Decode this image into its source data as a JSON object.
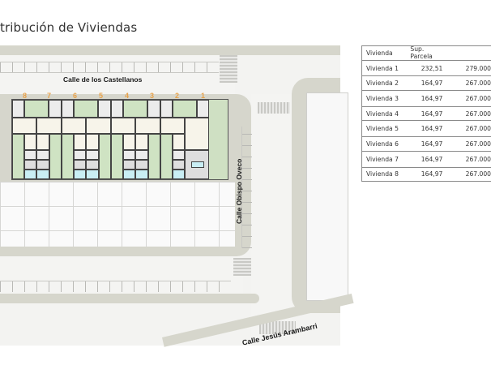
{
  "title": "tribución de Viviendas",
  "map": {
    "streets": {
      "north": "Calle de los Castellanos",
      "east": "Calle Obispo Oveco",
      "south": "Calle Jesús Arambarri"
    },
    "house_numbers": [
      "8",
      "7",
      "6",
      "5",
      "4",
      "3",
      "2",
      "1"
    ],
    "colors": {
      "garden": "#cfe3c3",
      "interior": "#f7f4ea",
      "pool": "#c9eef4",
      "sidewalk": "#d6d6cc",
      "number": "#e8a24a"
    }
  },
  "table": {
    "headers": [
      "Vivienda",
      "Sup. Parcela",
      ""
    ],
    "rows": [
      {
        "name": "Vivienda 1",
        "parcela": "232,51",
        "price": "279.000"
      },
      {
        "name": "Vivienda 2",
        "parcela": "164,97",
        "price": "267.000"
      },
      {
        "name": "Vivienda 3",
        "parcela": "164,97",
        "price": "267.000"
      },
      {
        "name": "Vivienda 4",
        "parcela": "164,97",
        "price": "267.000"
      },
      {
        "name": "Vivienda 5",
        "parcela": "164,97",
        "price": "267.000"
      },
      {
        "name": "Vivienda 6",
        "parcela": "164,97",
        "price": "267.000"
      },
      {
        "name": "Vivienda 7",
        "parcela": "164,97",
        "price": "267.000"
      },
      {
        "name": "Vivienda 8",
        "parcela": "164,97",
        "price": "267.000"
      }
    ]
  }
}
